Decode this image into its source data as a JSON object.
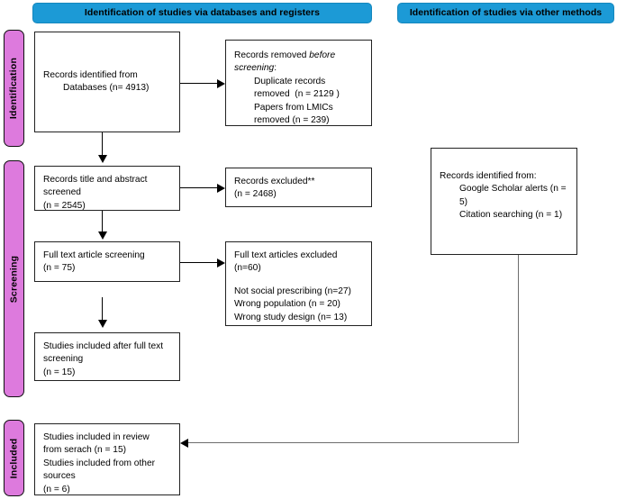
{
  "diagram": {
    "title": "PRISMA 2020 flow diagram",
    "colors": {
      "banner_blue": "#1c9ad6",
      "phase_pink": "#dd7add",
      "box_border": "#222222",
      "page_background": "#ffffff"
    }
  },
  "banners": {
    "databases": "Identification of studies via databases and registers",
    "other_methods": "Identification of studies via other methods"
  },
  "phases": {
    "identification": "Identification",
    "screening": "Screening",
    "included": "Included"
  },
  "boxes": {
    "identified_from_databases": {
      "line1": "Records identified from",
      "line2": "Databases (n= 4913)"
    },
    "records_removed_before_screening": {
      "line1": "Records removed ",
      "line1_italic": "before",
      "line2_italic": "screening",
      "line2_tail": ":",
      "line3": "Duplicate records",
      "line4": "removed  (n = 2129 )",
      "line5": "Papers from LMICs",
      "line6": "removed (n = 239)"
    },
    "title_abstract_screened": {
      "line1": "Records title and abstract",
      "line2": "screened",
      "line3": "(n = 2545)"
    },
    "records_excluded": {
      "line1": "Records excluded**",
      "line2": "(n = 2468)"
    },
    "full_text_article_screening": {
      "line1": "Full text article screening",
      "line2": "(n = 75)"
    },
    "full_text_articles_excluded": {
      "line1": "Full text articles excluded",
      "line2": "(n=60)",
      "line3": "Not social prescribing (n=27)",
      "line4": "Wrong population (n = 20)",
      "line5": "Wrong study design (n= 13)"
    },
    "studies_included_after_full_text": {
      "line1": "Studies included after full text",
      "line2": "screening",
      "line3": "(n = 15)"
    },
    "records_identified_other_sources": {
      "line1": "Records identified from:",
      "line2": "Google Scholar alerts (n =",
      "line3": "5)",
      "line4": "Citation searching (n = 1)"
    },
    "studies_included_in_review": {
      "line1": "Studies included in review",
      "line2": "from serach (n = 15)",
      "line3": "Studies included from other",
      "line4": "sources",
      "line5": "(n = 6)"
    }
  }
}
